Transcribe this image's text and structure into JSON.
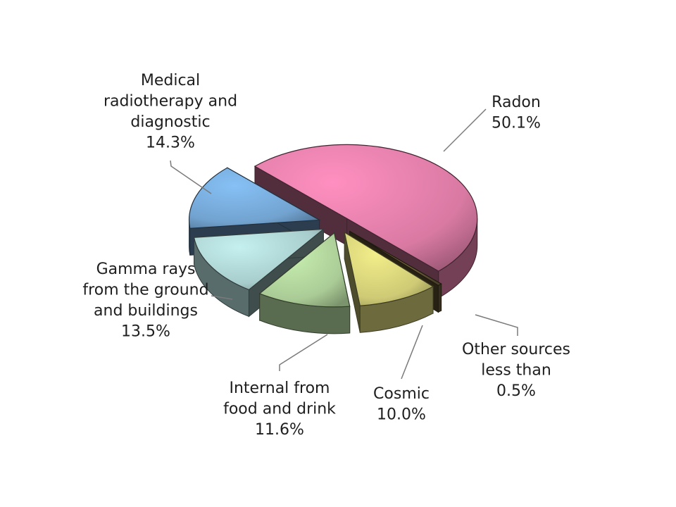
{
  "chart_data": {
    "type": "pie",
    "style": "3d-exploded",
    "slices": [
      {
        "key": "radon",
        "label_lines": [
          "Radon"
        ],
        "value_text": "50.1%",
        "value": 50.1,
        "color": "#ff8fc0"
      },
      {
        "key": "other",
        "label_lines": [
          "Other sources",
          "less than"
        ],
        "value_text": "0.5%",
        "value": 0.5,
        "color": "#7a6840"
      },
      {
        "key": "cosmic",
        "label_lines": [
          "Cosmic"
        ],
        "value_text": "10.0%",
        "value": 10.0,
        "color": "#f2ee8a"
      },
      {
        "key": "internal",
        "label_lines": [
          "Internal from",
          "food and drink"
        ],
        "value_text": "11.6%",
        "value": 11.6,
        "color": "#c8efb0"
      },
      {
        "key": "gamma",
        "label_lines": [
          "Gamma rays",
          "from the ground",
          "and buildings"
        ],
        "value_text": "13.5%",
        "value": 13.5,
        "color": "#c4f0ef"
      },
      {
        "key": "medical",
        "label_lines": [
          "Medical",
          "radiotherapy and",
          "diagnostic"
        ],
        "value_text": "14.3%",
        "value": 14.3,
        "color": "#86c0f5"
      }
    ]
  }
}
